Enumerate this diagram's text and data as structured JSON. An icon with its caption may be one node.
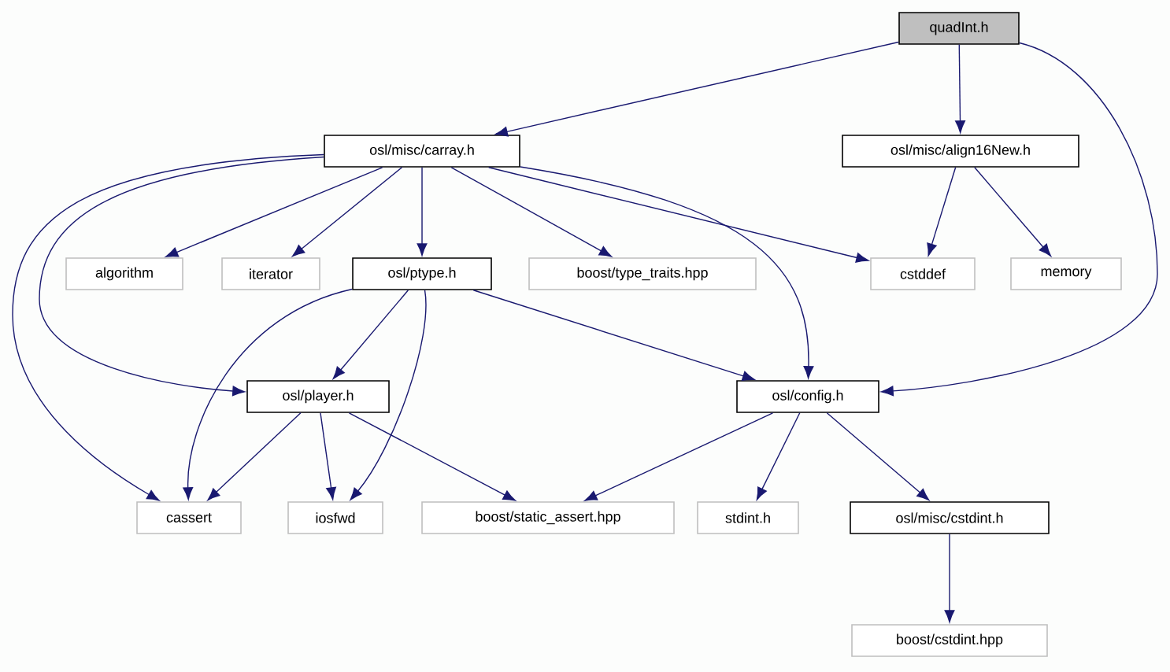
{
  "diagram": {
    "nodes": [
      {
        "text": [
          "quadInt.h"
        ]
      },
      {
        "text": [
          "osl/misc/carray.h"
        ]
      },
      {
        "text": [
          "osl/misc/align16New.h"
        ]
      },
      {
        "text": [
          "algorithm"
        ]
      },
      {
        "text": [
          "iterator"
        ]
      },
      {
        "text": [
          "osl/ptype.h"
        ]
      },
      {
        "text": [
          "boost/type_traits.hpp"
        ]
      },
      {
        "text": [
          "cstddef"
        ]
      },
      {
        "text": [
          "memory"
        ]
      },
      {
        "text": [
          "osl/player.h"
        ]
      },
      {
        "text": [
          "osl/config.h"
        ]
      },
      {
        "text": [
          "cassert"
        ]
      },
      {
        "text": [
          "iosfwd"
        ]
      },
      {
        "text": [
          "boost/static_assert.hpp"
        ]
      },
      {
        "text": [
          "stdint.h"
        ]
      },
      {
        "text": [
          "osl/misc/cstdint.h"
        ]
      },
      {
        "text": [
          "boost/cstdint.hpp"
        ]
      }
    ],
    "edges": [
      {
        "from": 0,
        "to": 1,
        "arrow": "to"
      },
      {
        "from": 0,
        "to": 2,
        "arrow": "to"
      },
      {
        "from": 0,
        "to": 10,
        "arrow": "to"
      },
      {
        "from": 1,
        "to": 3,
        "arrow": "to"
      },
      {
        "from": 1,
        "to": 4,
        "arrow": "to"
      },
      {
        "from": 1,
        "to": 5,
        "arrow": "to"
      },
      {
        "from": 1,
        "to": 6,
        "arrow": "to"
      },
      {
        "from": 1,
        "to": 7,
        "arrow": "to"
      },
      {
        "from": 1,
        "to": 10,
        "arrow": "to"
      },
      {
        "from": 1,
        "to": 9,
        "arrow": "to"
      },
      {
        "from": 1,
        "to": 11,
        "arrow": "to"
      },
      {
        "from": 2,
        "to": 7,
        "arrow": "to"
      },
      {
        "from": 2,
        "to": 8,
        "arrow": "to"
      },
      {
        "from": 5,
        "to": 9,
        "arrow": "to"
      },
      {
        "from": 5,
        "to": 11,
        "arrow": "to"
      },
      {
        "from": 5,
        "to": 12,
        "arrow": "to"
      },
      {
        "from": 5,
        "to": 10,
        "arrow": "to"
      },
      {
        "from": 9,
        "to": 11,
        "arrow": "to"
      },
      {
        "from": 9,
        "to": 12,
        "arrow": "to"
      },
      {
        "from": 9,
        "to": 13,
        "arrow": "to"
      },
      {
        "from": 10,
        "to": 13,
        "arrow": "to"
      },
      {
        "from": 10,
        "to": 14,
        "arrow": "to"
      },
      {
        "from": 10,
        "to": 15,
        "arrow": "to"
      },
      {
        "from": 15,
        "to": 16,
        "arrow": "to"
      }
    ]
  }
}
